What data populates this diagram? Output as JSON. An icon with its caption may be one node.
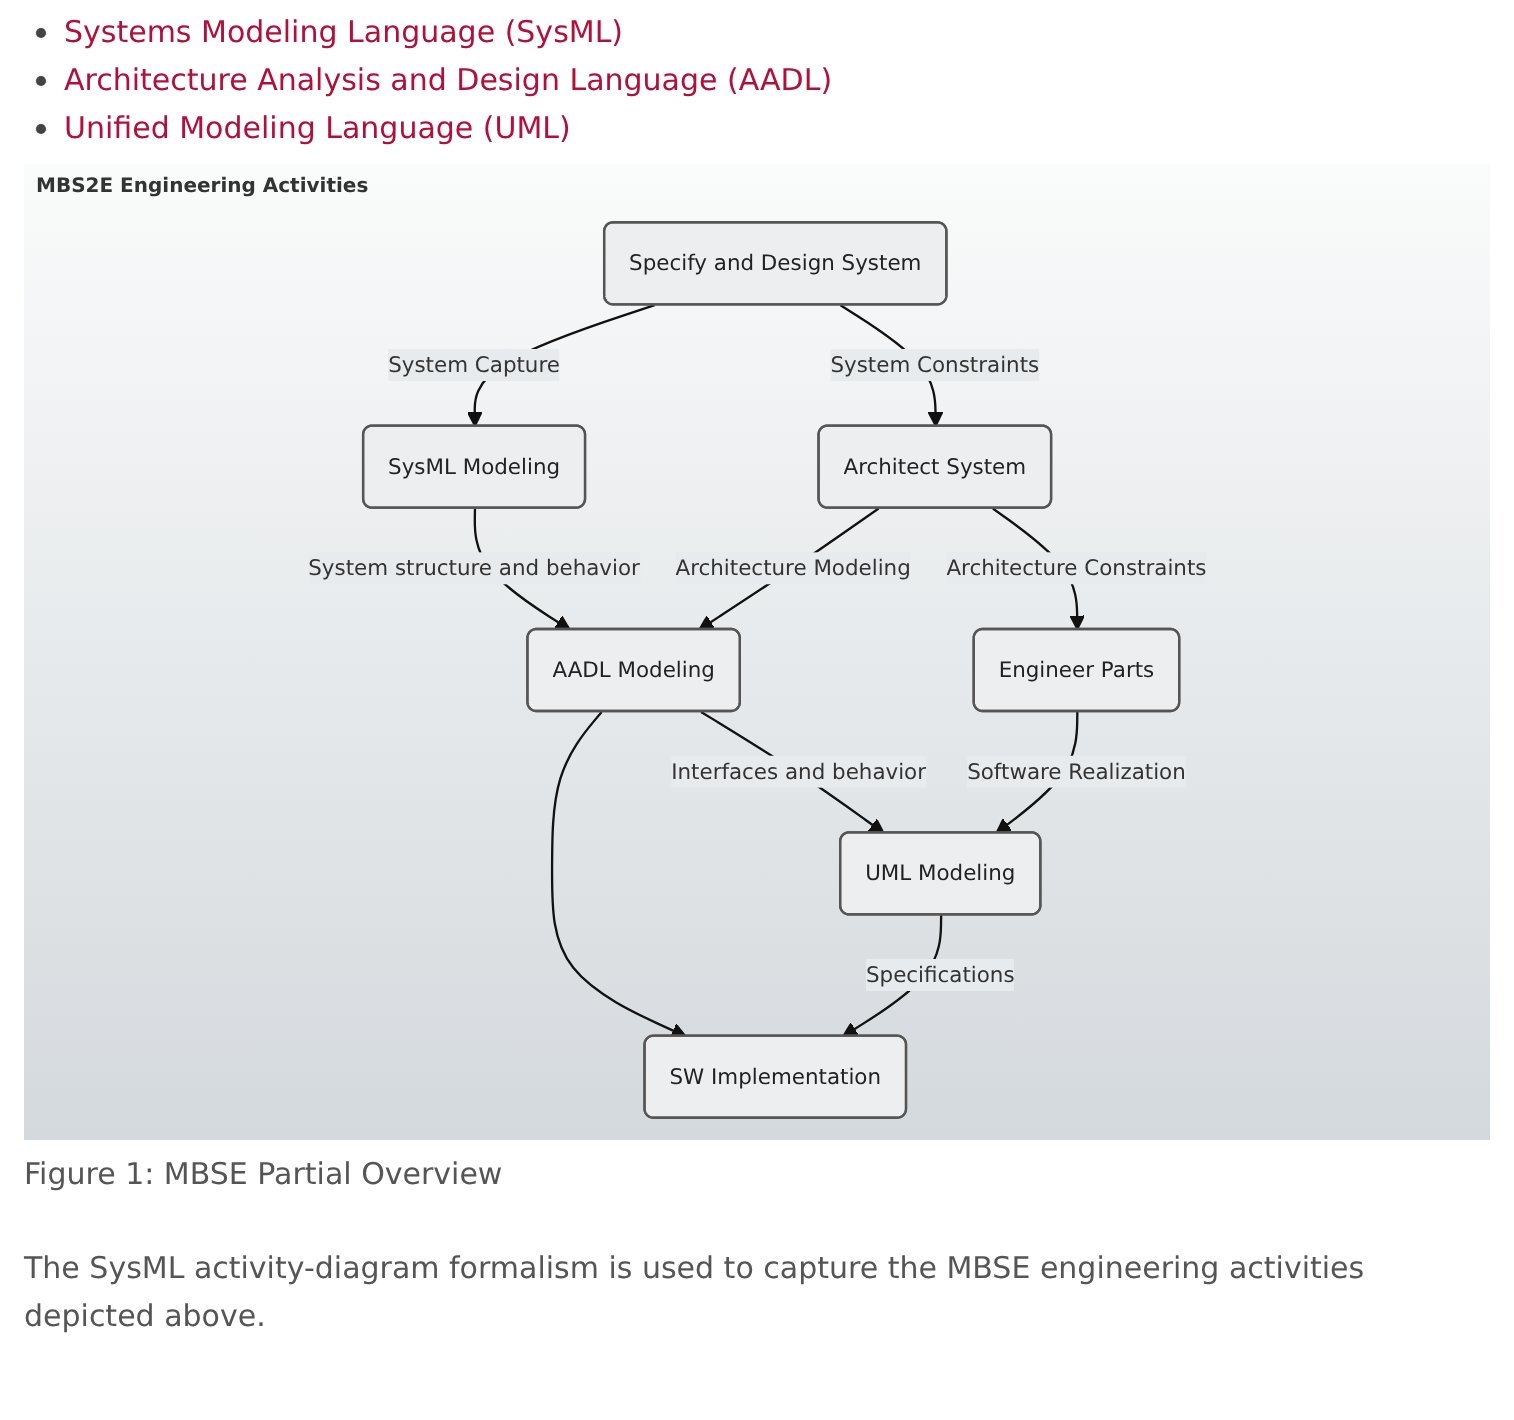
{
  "diagram": {
    "title": "MBS2E Engineering Activities",
    "caption": "Figure 1: MBSE Partial Overview",
    "nodes": [
      {
        "text": [
          "Specify and Design System"
        ]
      },
      {
        "text": [
          "Architect System"
        ]
      },
      {
        "text": [
          "SysML Modeling"
        ]
      },
      {
        "text": [
          "AADL Modeling"
        ]
      },
      {
        "text": [
          "Engineer Parts"
        ]
      },
      {
        "text": [
          "UML Modeling"
        ]
      },
      {
        "text": [
          "SW Implementation"
        ]
      }
    ],
    "edges": [
      {
        "from": 0,
        "to": 1,
        "arrow": "to",
        "label": "System Constraints"
      },
      {
        "from": 0,
        "to": 2,
        "arrow": "to",
        "label": "System Capture"
      },
      {
        "from": 2,
        "to": 3,
        "arrow": "to",
        "label": "System structure and behavior"
      },
      {
        "from": 1,
        "to": 3,
        "arrow": "to",
        "label": "Architecture Modeling"
      },
      {
        "from": 1,
        "to": 4,
        "arrow": "to",
        "label": "Architecture Constraints"
      },
      {
        "from": 3,
        "to": 5,
        "arrow": "to",
        "label": "Interfaces and behavior"
      },
      {
        "from": 3,
        "to": 6,
        "arrow": "to"
      },
      {
        "from": 4,
        "to": 5,
        "arrow": "to",
        "label": "Software Realization"
      },
      {
        "from": 5,
        "to": 6,
        "arrow": "to",
        "label": "Specifications"
      }
    ],
    "labels": [
      "Systems Modeling Language (SysML)",
      "Architecture Analysis and Design Language (AADL)",
      "Unified Modeling Language (UML)",
      "The SysML activity-diagram formalism is used to capture the MBSE engineering activities depicted above."
    ]
  }
}
